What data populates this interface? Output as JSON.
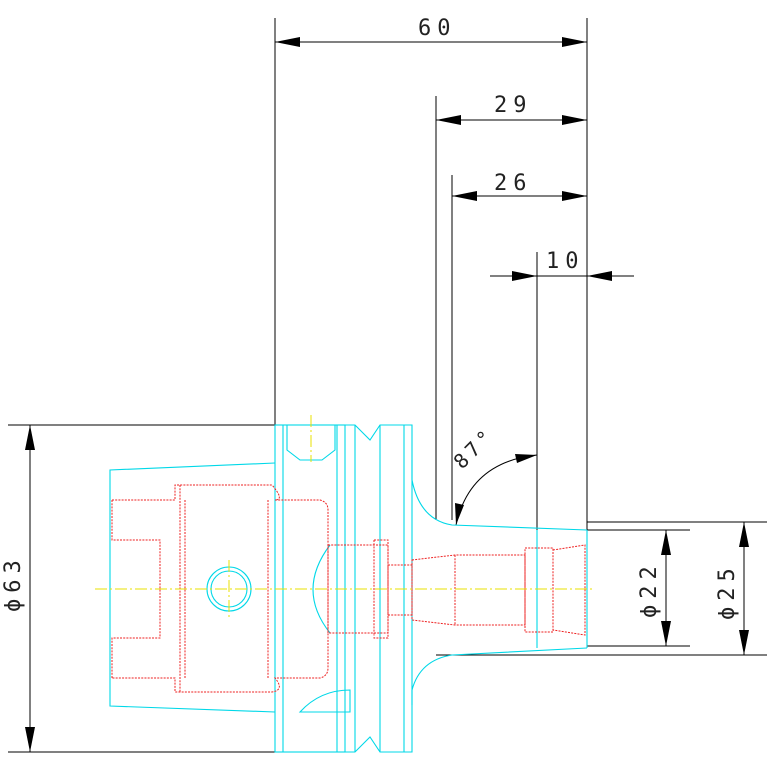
{
  "dimensions": {
    "total_length": "60",
    "length_29": "29",
    "length_26": "26",
    "length_10": "10",
    "angle": "87°",
    "diameter_63": "ϕ63",
    "diameter_22": "ϕ22",
    "diameter_25": "ϕ25"
  },
  "colors": {
    "outline": "#00d8e8",
    "hidden_detail": "#e22222",
    "centerline": "#e8e000",
    "dimension": "#000000"
  }
}
